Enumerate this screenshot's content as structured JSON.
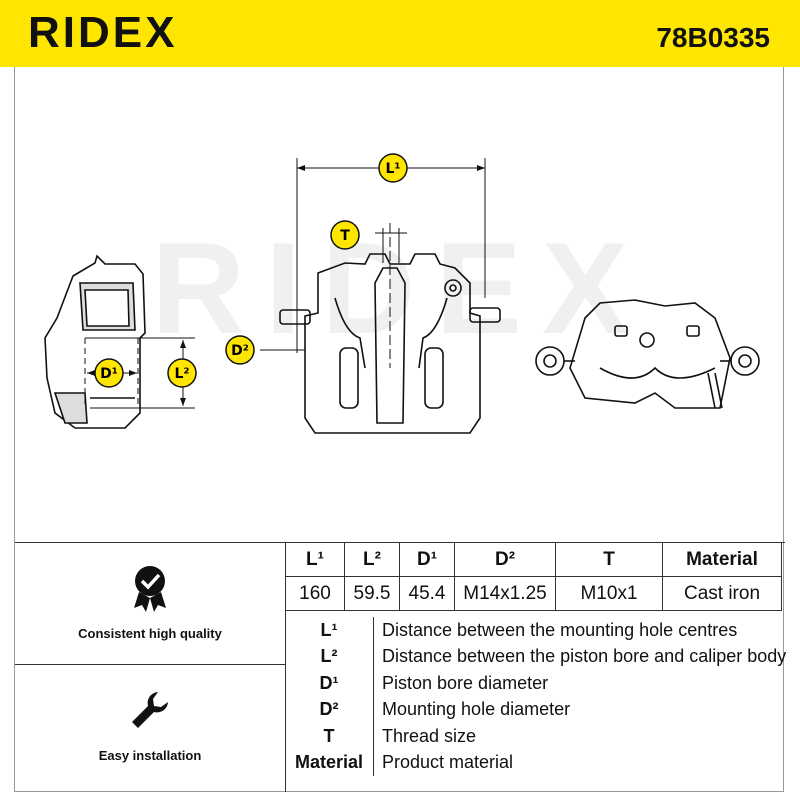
{
  "header": {
    "brand": "RIDEX",
    "part_number": "78B0335"
  },
  "diagram": {
    "labels": {
      "l1": "L¹",
      "l2": "L²",
      "d1": "D¹",
      "d2": "D²",
      "t": "T"
    },
    "watermark": "RIDEX"
  },
  "features": {
    "quality_label": "Consistent high quality",
    "installation_label": "Easy installation"
  },
  "specs": {
    "headers": [
      "L¹",
      "L²",
      "D¹",
      "D²",
      "T",
      "Material"
    ],
    "values": [
      "160",
      "59.5",
      "45.4",
      "M14x1.25",
      "M10x1",
      "Cast iron"
    ]
  },
  "legend": [
    {
      "key": "L¹",
      "text": "Distance between the mounting hole centres"
    },
    {
      "key": "L²",
      "text": "Distance between the piston bore and caliper body"
    },
    {
      "key": "D¹",
      "text": "Piston bore diameter"
    },
    {
      "key": "D²",
      "text": "Mounting hole diameter"
    },
    {
      "key": "T",
      "text": "Thread size"
    },
    {
      "key": "Material",
      "text": "Product material"
    }
  ],
  "colors": {
    "brand_yellow": "#ffe600",
    "badge_fill": "#ffe600",
    "text": "#111111"
  }
}
